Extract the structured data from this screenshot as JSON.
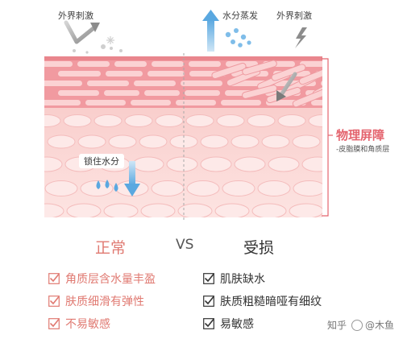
{
  "labels": {
    "external_stimulus_left": "外界刺激",
    "water_evaporation": "水分蒸发",
    "external_stimulus_right": "外界刺激",
    "lock_water": "锁住水分",
    "barrier_title": "物理屏障",
    "barrier_subtitle": "-皮脂膜和角质层"
  },
  "comparison": {
    "normal_title": "正常",
    "vs": "VS",
    "damaged_title": "受损",
    "normal_items": [
      "角质层含水量丰盈",
      "肤质细滑有弹性",
      "不易敏感"
    ],
    "damaged_items": [
      "肌肤缺水",
      "肤质粗糙暗哑有细纹",
      "易敏感"
    ]
  },
  "footer": {
    "platform": "知乎",
    "at": "@",
    "author": "木鱼"
  },
  "colors": {
    "accent": "#e4646e",
    "normal_title": "#e07a72",
    "damaged_title": "#333333",
    "skin_top": "#f19aa0",
    "skin_mid": "#f7c4c2",
    "skin_bottom": "#fbdcda",
    "water_blue": "#5aa8e0"
  },
  "icons": {
    "normal_check": "checkbox-check-icon",
    "damaged_check": "checkbox-check-icon"
  }
}
